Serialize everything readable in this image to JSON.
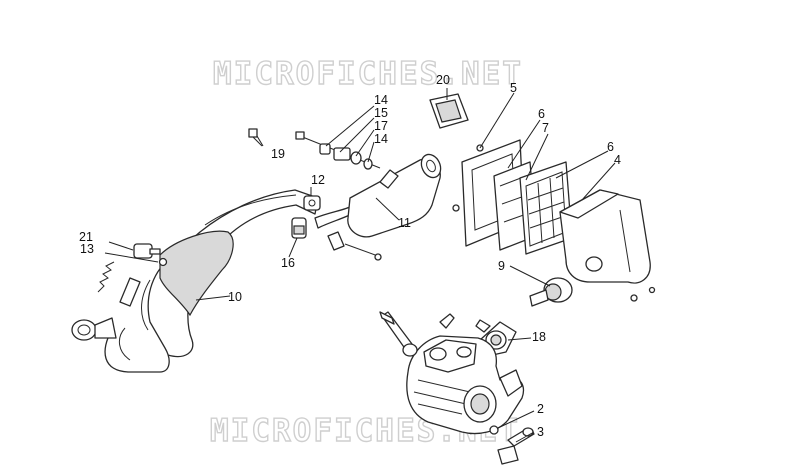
{
  "watermark": {
    "text": "MICROFICHES.NET"
  },
  "colors": {
    "line": "#2a2a2a",
    "watermark": "#cfcfcf",
    "shade": "#d9d9d9"
  },
  "callouts": [
    "2",
    "3",
    "4",
    "5",
    "6",
    "6",
    "7",
    "9",
    "10",
    "11",
    "12",
    "13",
    "14",
    "14",
    "15",
    "16",
    "17",
    "18",
    "19",
    "20",
    "21"
  ]
}
